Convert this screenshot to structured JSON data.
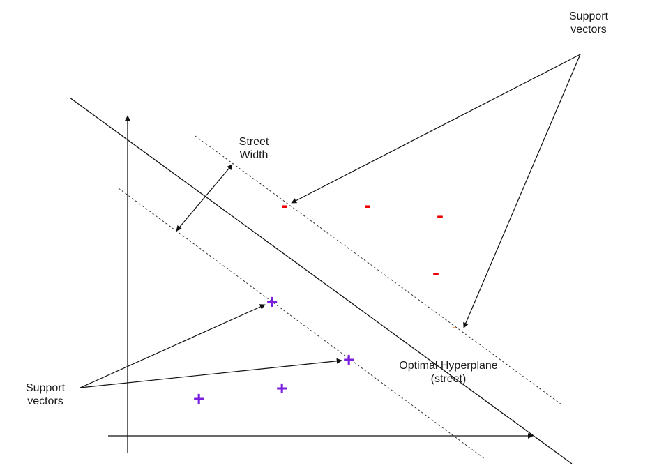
{
  "labels": {
    "support_vectors_top": [
      "Support",
      "vectors"
    ],
    "street_width": [
      "Street",
      "Width"
    ],
    "support_vectors_left": [
      "Support",
      "vectors"
    ],
    "optimal_hyperplane": [
      "Optimal Hyperplane",
      "(street)"
    ]
  },
  "markers": {
    "negative_symbol": "-",
    "positive_symbol": "+"
  },
  "colors": {
    "negative": "#ee0000",
    "positive": "#7a1fe0",
    "line": "#111111"
  }
}
